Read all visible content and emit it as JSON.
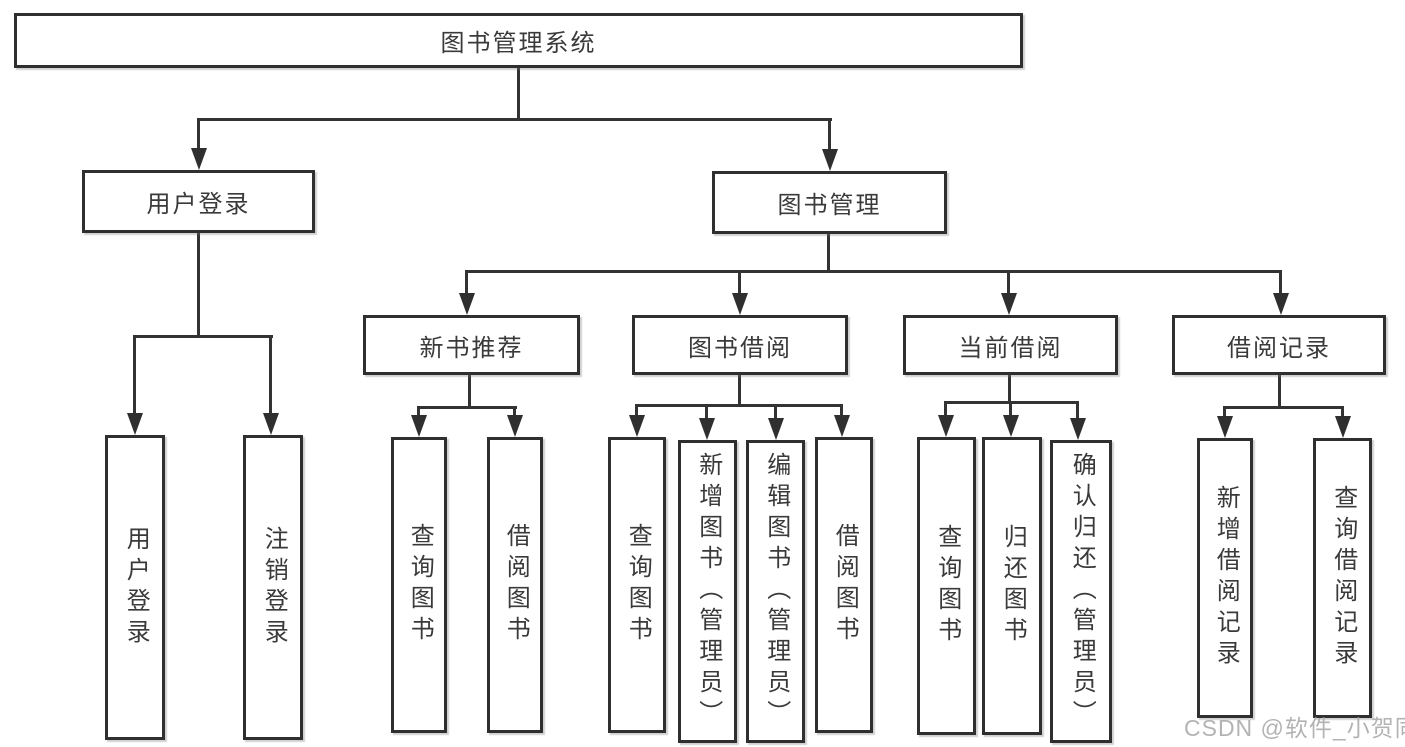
{
  "diagram_type": "functional-structure-tree",
  "colors": {
    "background": "#ffffff",
    "box_border": "#2f2f2f",
    "connector": "#333333",
    "text": "#3a3a3a",
    "watermark": "#a0a0a0"
  },
  "tree": {
    "label": "图书管理系统",
    "children": [
      {
        "label": "用户登录",
        "children": [
          {
            "label": "用户登录"
          },
          {
            "label": "注销登录"
          }
        ]
      },
      {
        "label": "图书管理",
        "children": [
          {
            "label": "新书推荐",
            "children": [
              {
                "label": "查询图书"
              },
              {
                "label": "借阅图书"
              }
            ]
          },
          {
            "label": "图书借阅",
            "children": [
              {
                "label": "查询图书"
              },
              {
                "label": "新增图书（管理员）"
              },
              {
                "label": "编辑图书（管理员）"
              },
              {
                "label": "借阅图书"
              }
            ]
          },
          {
            "label": "当前借阅",
            "children": [
              {
                "label": "查询图书"
              },
              {
                "label": "归还图书"
              },
              {
                "label": "确认归还（管理员）"
              }
            ]
          },
          {
            "label": "借阅记录",
            "children": [
              {
                "label": "新增借阅记录"
              },
              {
                "label": "查询借阅记录"
              }
            ]
          }
        ]
      }
    ]
  },
  "watermark": {
    "text": "CSDN @软件_小贺同学"
  }
}
